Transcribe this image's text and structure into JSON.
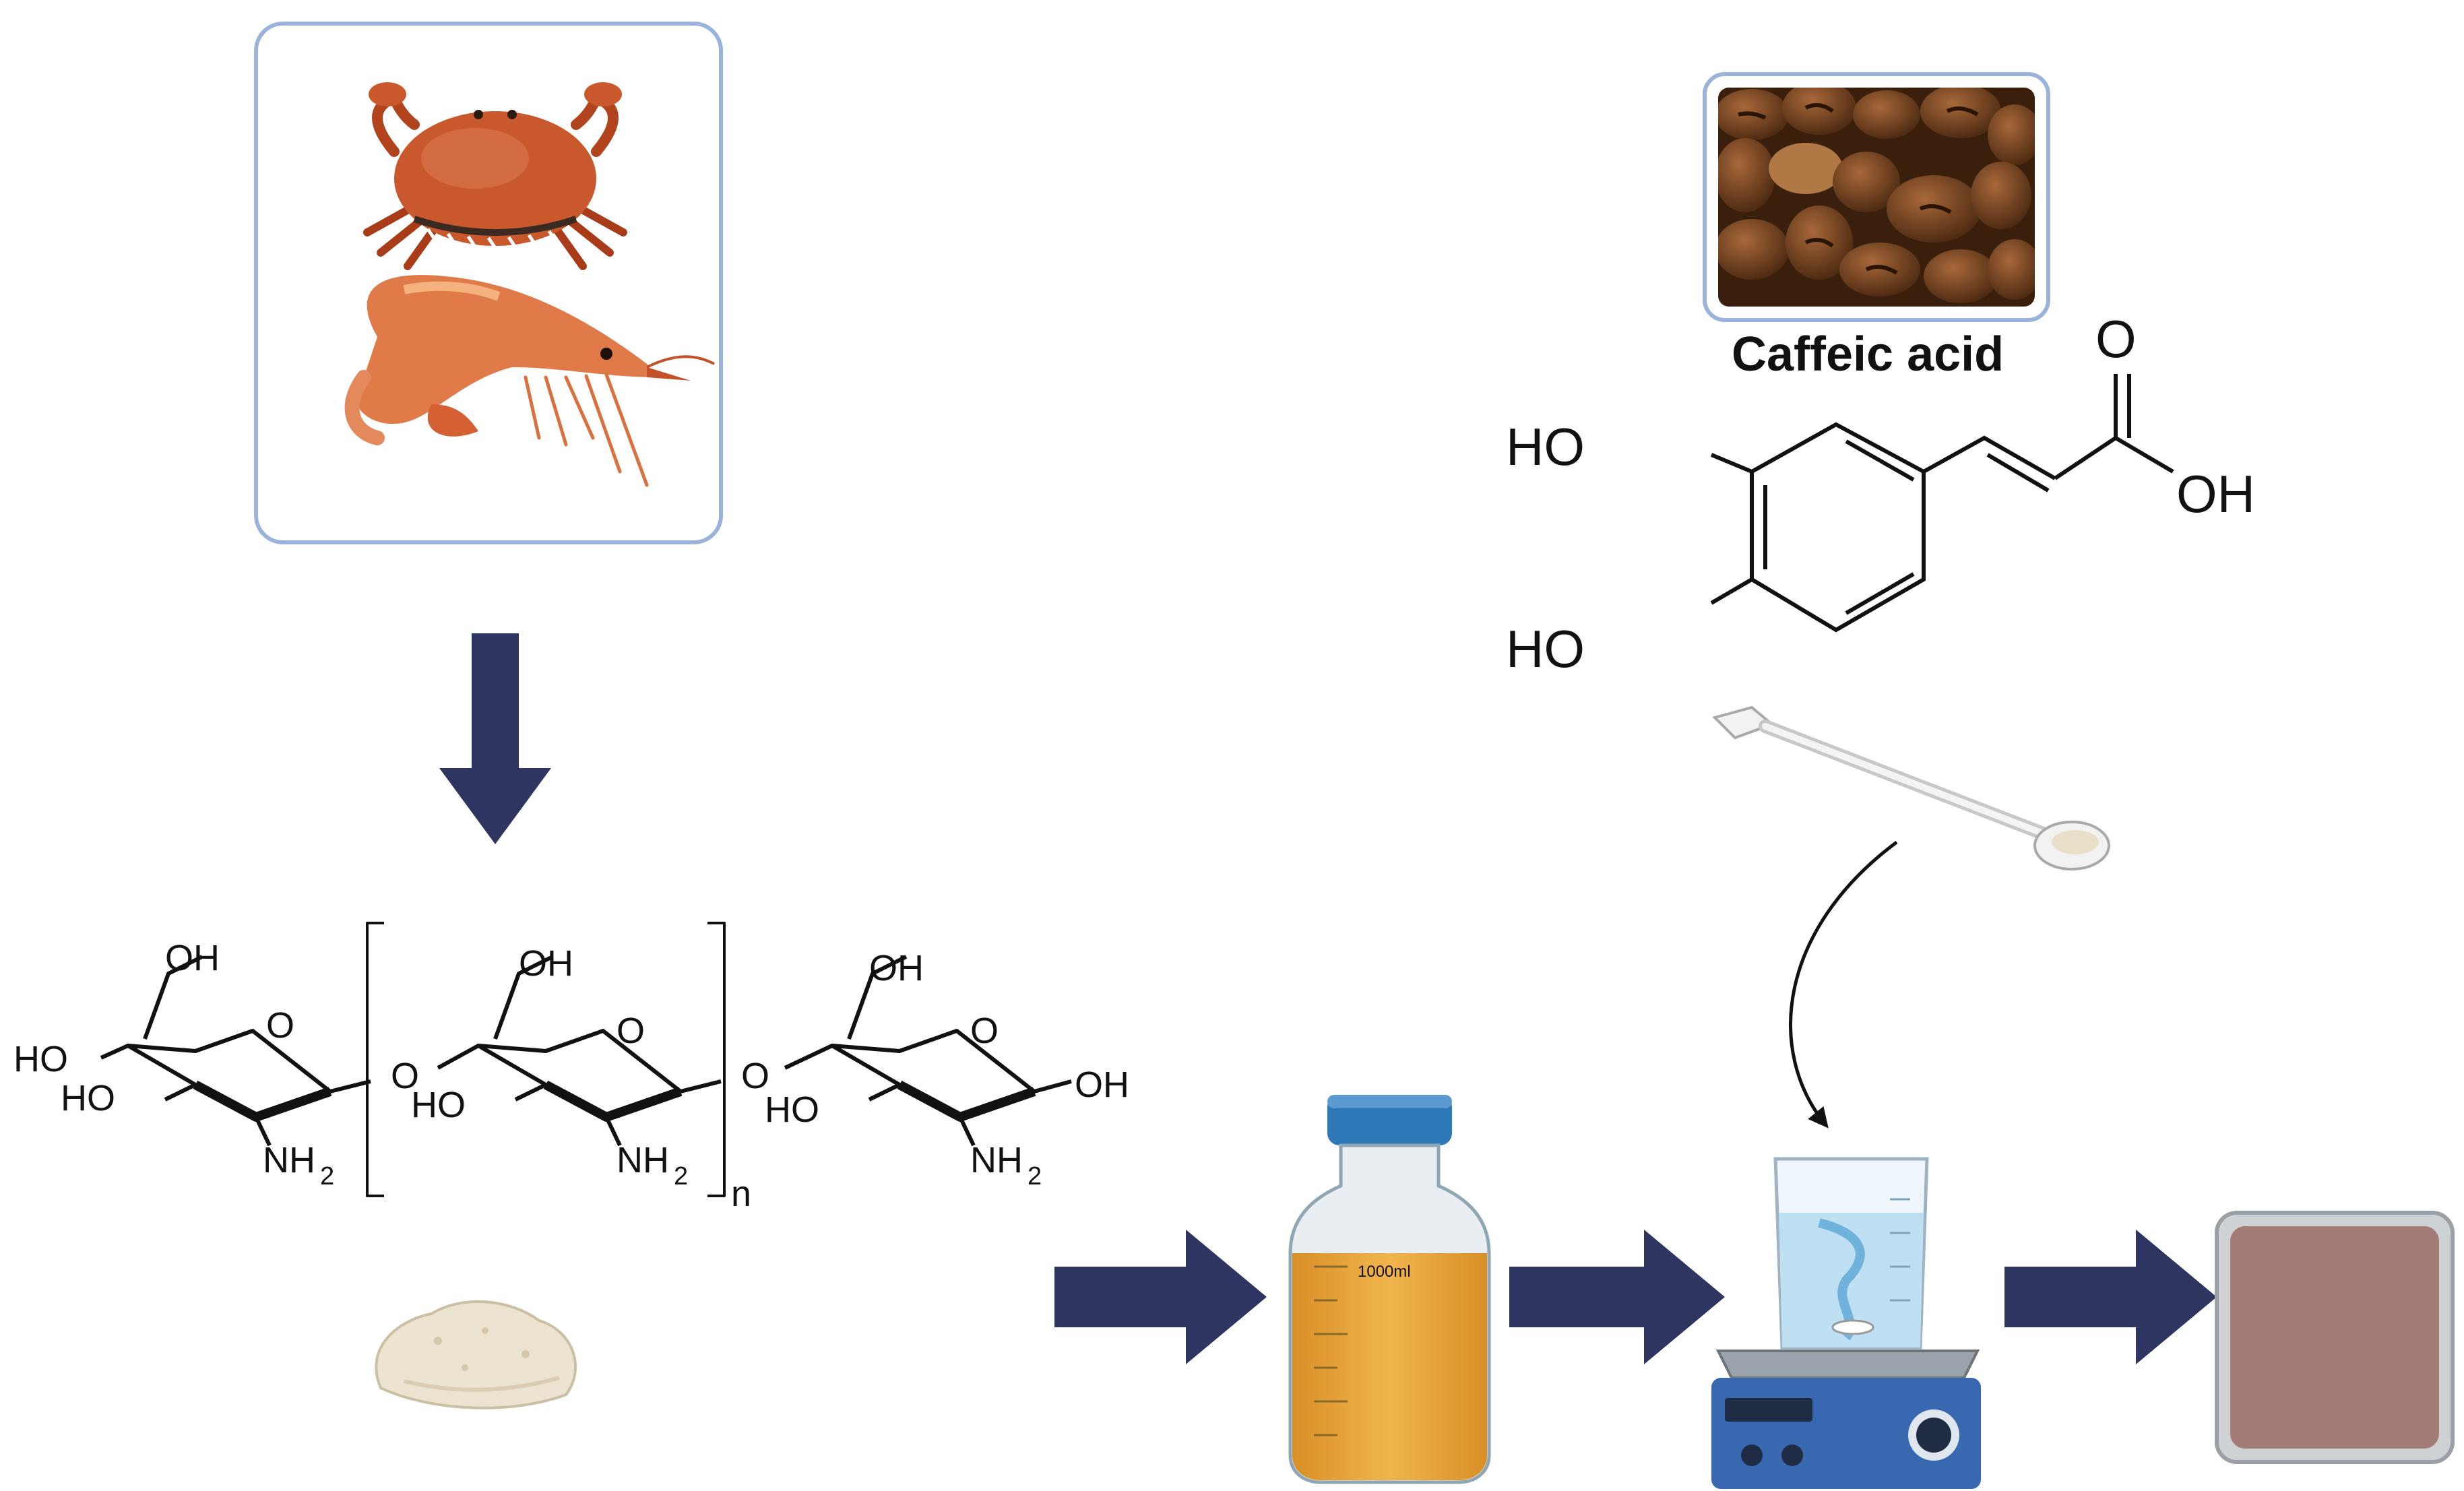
{
  "colors": {
    "arrow": "#2e3560",
    "frame": "#9bb3dc",
    "crab": "#c9582c",
    "shrimp": "#e07a48",
    "coffee": "#5a3418",
    "liquid": "#eaa93f",
    "bottle_cap": "#2f78b8",
    "stirrer_body": "#3868b0",
    "water": "#bfe0f2",
    "film": "#a47c76",
    "powder": "#ece3d0"
  },
  "icons": {
    "crab": "crab-icon",
    "shrimp": "shrimp-icon",
    "coffee": "coffee-beans-image",
    "spatula": "spatula-icon",
    "bottle": "reagent-bottle-icon",
    "stirrer": "magnetic-stirrer-icon",
    "film": "film-dish-icon",
    "powder": "powder-pile-icon"
  },
  "caffeic_acid": {
    "title": "Caffeic acid",
    "labels": {
      "o": "O",
      "oh": "OH",
      "ho_top": "HO",
      "ho_bottom": "HO"
    }
  },
  "chitosan": {
    "labels": {
      "oh": "OH",
      "o": "O",
      "ho": "HO",
      "nh": "NH",
      "sub2": "2",
      "n": "n"
    }
  },
  "bottle": {
    "volume_label": "1000ml"
  }
}
